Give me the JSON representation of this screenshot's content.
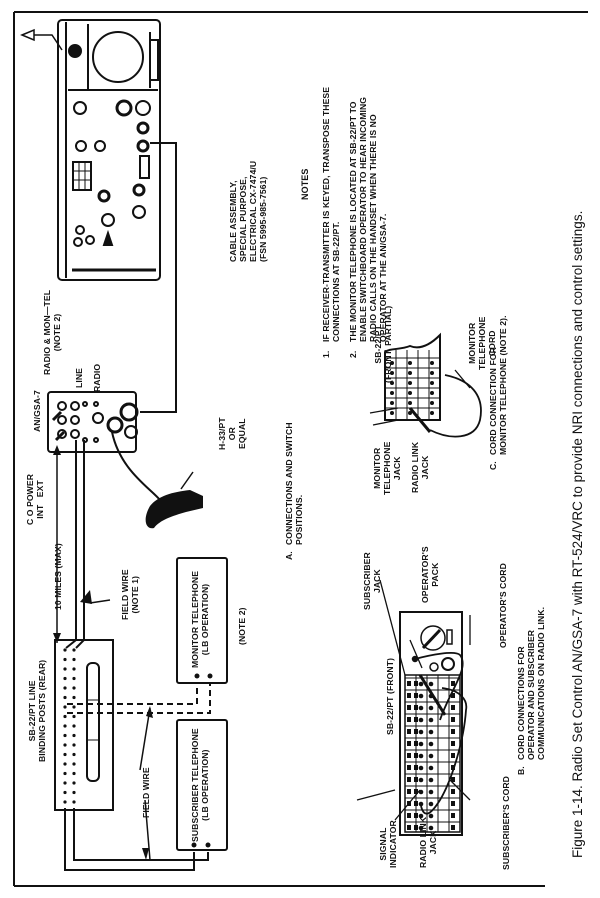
{
  "caption": "Figure 1-14.  Radio Set Control AN/GSA-7 with RT-524/VRC to provide NRI connections and control  settings.",
  "notes": {
    "title": "NOTES",
    "items": [
      {
        "num": "1.",
        "text": "IF RECEIVER-TRANSMITTER IS KEYED, TRANSPOSE THESE\nCONNECTIONS AT SB-22/PT."
      },
      {
        "num": "2.",
        "text": "THE MONITOR TELEPHONE IS LOCATED AT SB-22/PT TO\nENABLE SWITCHBOARD OPERATOR TO HEAR INCOMING\nRADIO CALLS ON THE HANDSET WHEN THERE IS NO\nOPERATOR AT THE AN/GSA-7."
      }
    ]
  },
  "section_a": {
    "letter": "A.",
    "text": "CONNECTIONS AND SWITCH\nPOSITIONS."
  },
  "section_b": {
    "letter": "B.",
    "text": "CORD CONNECTIONS FOR\nOPERATOR AND SUBSCRIBER\nCOMMUNICATIONS ON RADIO LINK."
  },
  "section_c": {
    "letter": "C.",
    "text": "CORD CONNECTION FOR\nMONITOR TELEPHONE (NOTE 2)."
  },
  "labels": {
    "cable_assembly": "CABLE ASSEMBLY,\nSPECIAL PURPOSE,\nELECTRICAL CX-7474/U\n(FSN 5995-985-7561)",
    "radio_mon_tel": "RADIO & MON—TEL\n(NOTE 2)",
    "line": "LINE",
    "radio": "RADIO",
    "an_gsa7": "AN/GSA-7",
    "co_power": "C O POWER\nINT   EXT",
    "ten_miles": "10 MILES (MAX)",
    "field_wire_note1": "FIELD WIRE\n(NOTE 1)",
    "h33": "H-33/PT\nOR\nEQUAL",
    "monitor_telephone": "MONITOR TELEPHONE\n(LB OPERATION)",
    "note2": "(NOTE 2)",
    "subscriber_telephone": "SUBSCRIBER TELEPHONE\n(LB OPERATION)",
    "sb22_line_posts": "SB-22/PT LINE\nBINDING POSTS (REAR)",
    "field_wire": "FIELD WIRE",
    "sb22_front": "SB-22/PT (FRONT)",
    "subscriber_jack": "SUBSCRIBER\nJACK",
    "operators_pack": "OPERATOR'S\nPACK",
    "operators_cord": "OPERATOR'S CORD",
    "subscribers_cord": "SUBSCRIBER'S CORD",
    "signal_indicator": "SIGNAL\nINDICATOR",
    "radio_link_jack_b": "RADIO LINK\nJACK",
    "sb22_partial": "SB-22/PT\n(FRONT, PARTIAL)",
    "monitor_telephone_jack": "MONITOR\nTELEPHONE\nJACK",
    "radio_link_jack_c": "RADIO LINK\nJACK",
    "monitor_telephone_cord": "MONITOR\nTELEPHONE\nCORD"
  }
}
